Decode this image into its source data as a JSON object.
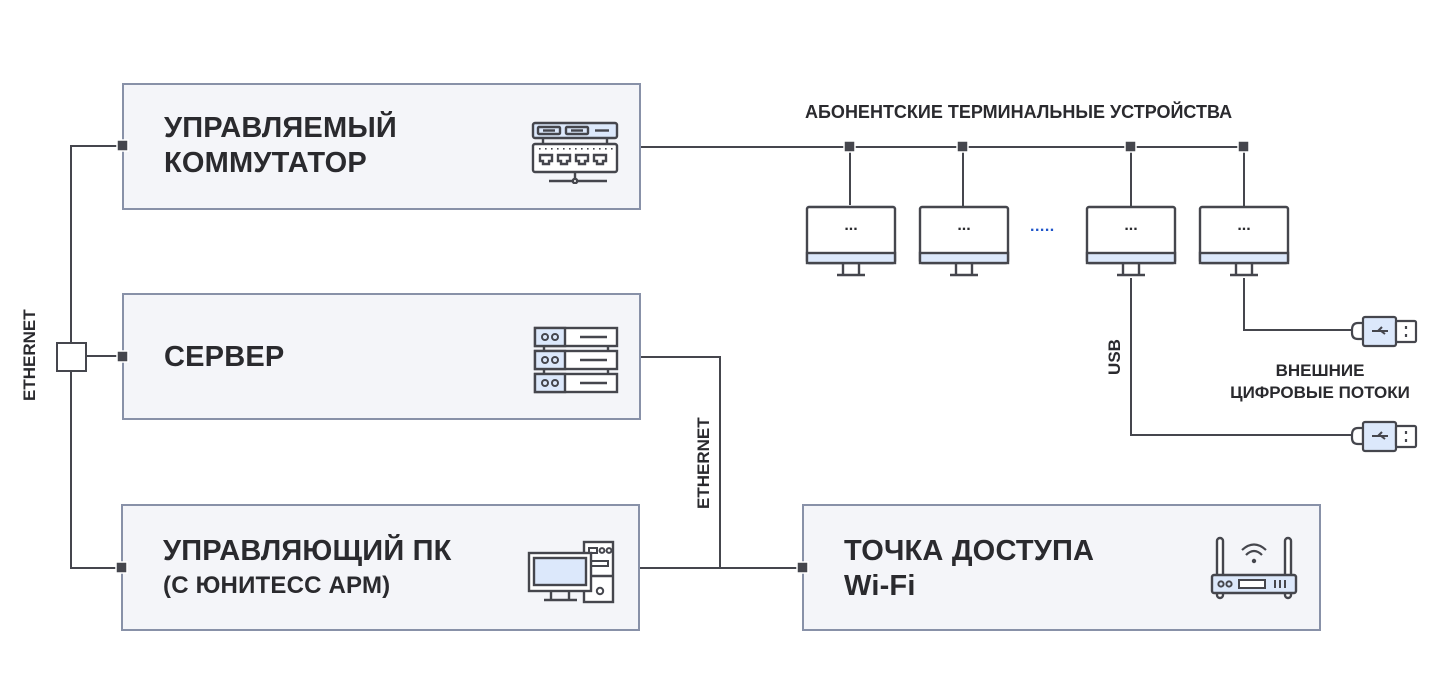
{
  "nodes": {
    "switch": {
      "title_line1": "УПРАВЛЯЕМЫЙ",
      "title_line2": "КОММУТАТОР",
      "icon": "network-switch-icon"
    },
    "server": {
      "title": "СЕРВЕР",
      "icon": "server-rack-icon"
    },
    "control_pc": {
      "title": "УПРАВЛЯЮЩИЙ ПК",
      "subtitle": "(С ЮНИТЕСС АРМ)",
      "icon": "desktop-computer-icon"
    },
    "access_point": {
      "title_line1": "ТОЧКА ДОСТУПА",
      "title_line2": "Wi-Fi",
      "icon": "wifi-router-icon"
    }
  },
  "terminals": {
    "label": "АБОНЕНТСКИЕ ТЕРМИНАЛЬНЫЕ УСТРОЙСТВА",
    "screen_text": "...",
    "ellipsis": ".....",
    "count_shown": 4
  },
  "connections": {
    "left_bus_label": "ETHERNET",
    "server_link_label": "ETHERNET",
    "usb_label": "USB"
  },
  "external": {
    "label_line1": "ВНЕШНИЕ",
    "label_line2": "ЦИФРОВЫЕ ПОТОКИ",
    "icon": "usb-plug-icon"
  },
  "colors": {
    "box_fill": "#f4f5f9",
    "box_border": "#8891a8",
    "line": "#45464d",
    "icon_fill": "#dce8fb",
    "ellipsis_blue": "#1f55c9"
  }
}
